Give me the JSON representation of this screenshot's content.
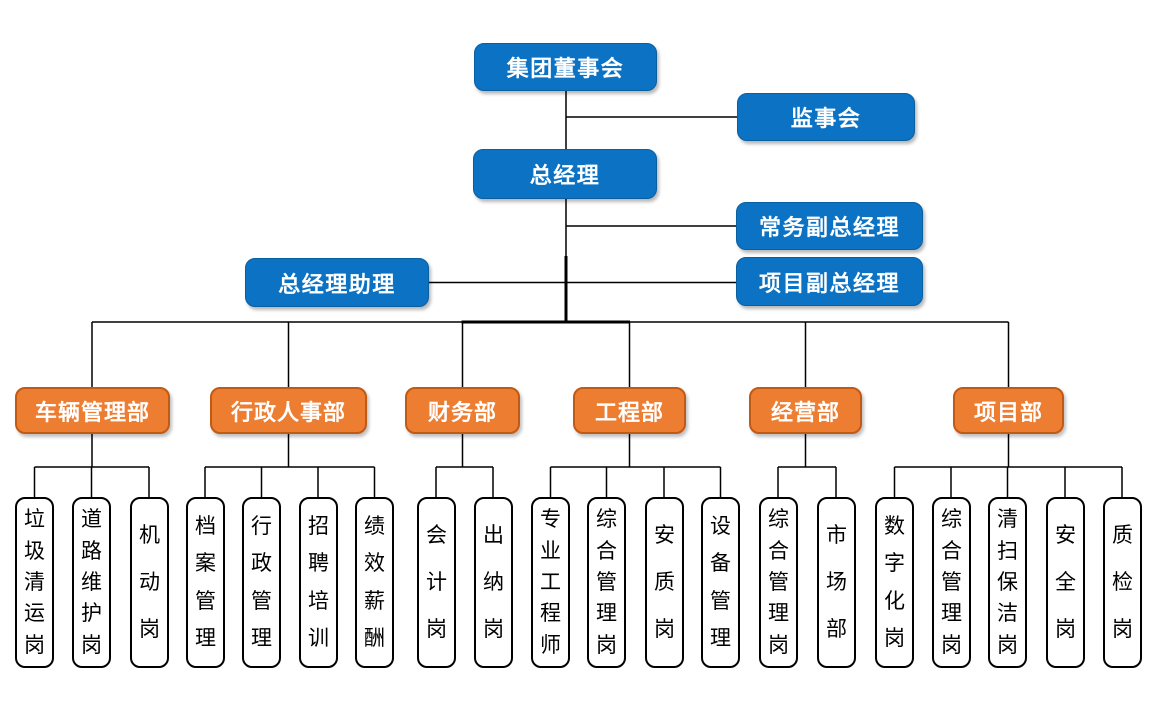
{
  "diagram": {
    "type": "org-chart",
    "colors": {
      "executive_fill": "#0B72C4",
      "executive_border": "#0A5FA0",
      "department_fill": "#ED7D31",
      "department_border": "#C05A14",
      "post_fill": "#FFFFFF",
      "post_border": "#000000",
      "connector": "#000000",
      "text_light": "#FFFFFF",
      "text_dark": "#000000"
    },
    "executive": [
      {
        "label": "集团董事会"
      },
      {
        "label": "监事会"
      },
      {
        "label": "总经理"
      },
      {
        "label": "常务副总经理"
      },
      {
        "label": "总经理助理"
      },
      {
        "label": "项目副总经理"
      }
    ],
    "departments": [
      {
        "label": "车辆管理部",
        "posts": [
          "垃圾清运岗",
          "道路维护岗",
          "机动岗"
        ]
      },
      {
        "label": "行政人事部",
        "posts": [
          "档案管理",
          "行政管理",
          "招聘培训",
          "绩效薪酬"
        ]
      },
      {
        "label": "财务部",
        "posts": [
          "会计岗",
          "出纳岗"
        ]
      },
      {
        "label": "工程部",
        "posts": [
          "专业工程师",
          "综合管理岗",
          "安质岗",
          "设备管理"
        ]
      },
      {
        "label": "经营部",
        "posts": [
          "综合管理岗",
          "市场部"
        ]
      },
      {
        "label": "项目部",
        "posts": [
          "数字化岗",
          "综合管理岗",
          "清扫保洁岗",
          "安全岗",
          "质检岗"
        ]
      }
    ]
  }
}
